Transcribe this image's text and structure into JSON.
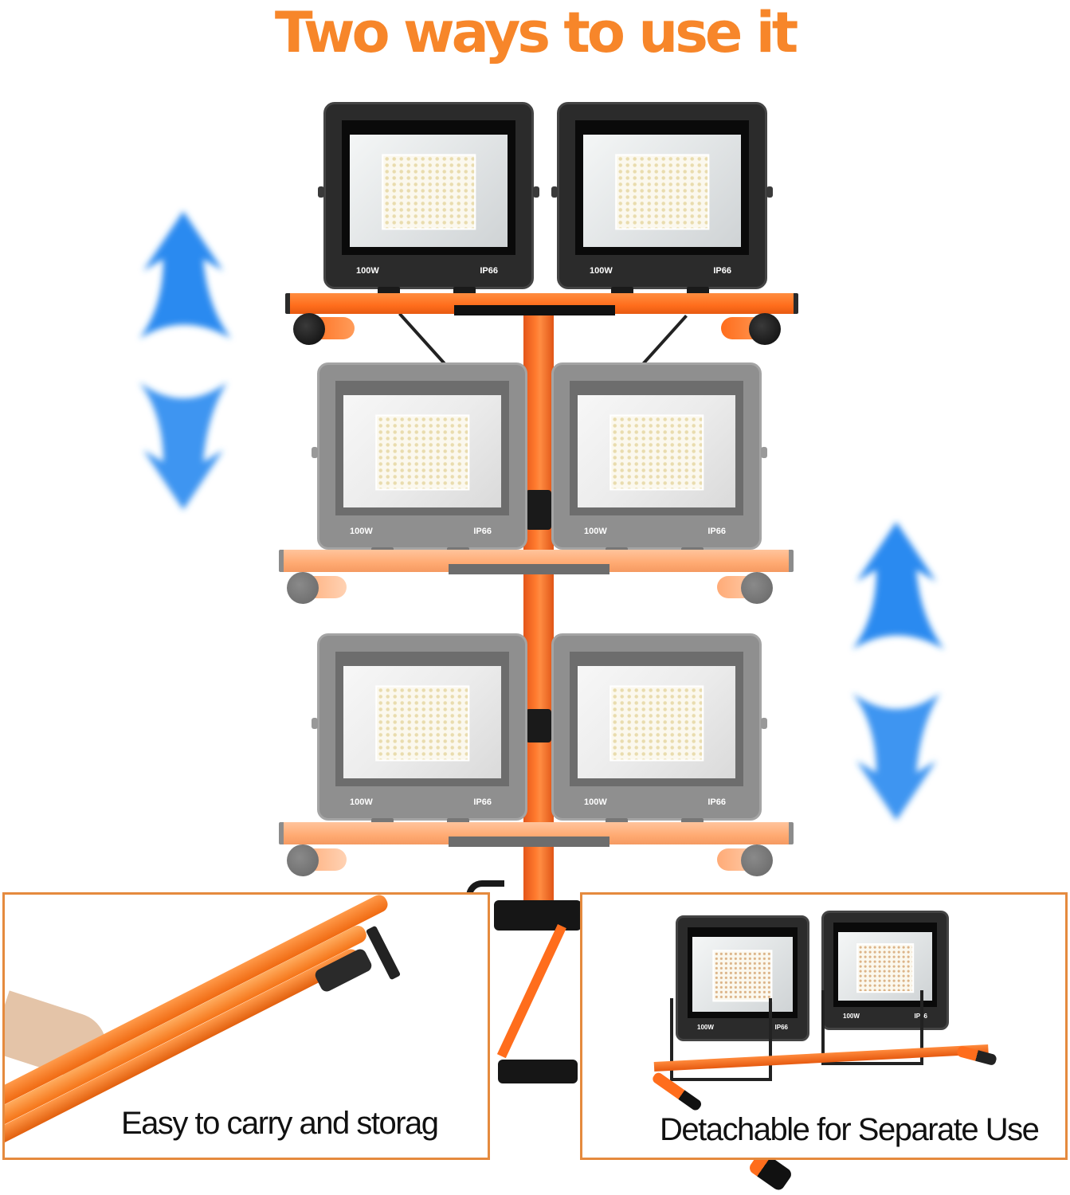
{
  "header": {
    "title": "Two ways to use it",
    "title_color": "#f7862a"
  },
  "floodlights": {
    "wattage_label": "100W",
    "rating_label": "IP66",
    "count_on_stand": 6,
    "active_row": "top",
    "ghosted_rows": [
      "middle",
      "bottom"
    ]
  },
  "arrows": {
    "left": {
      "direction": "up-down",
      "icon": "vertical-double-arrow-icon",
      "color": "#2a8af0"
    },
    "right": {
      "direction": "up-down",
      "icon": "vertical-double-arrow-icon",
      "color": "#2a8af0"
    }
  },
  "panels": {
    "left": {
      "caption": "Easy to carry and storag",
      "border_color": "#e58a3e",
      "subject": "folded tripod held in hand"
    },
    "right": {
      "caption": "Detachable for Separate Use",
      "border_color": "#e58a3e",
      "subject": "two floodlights on H-stand base",
      "lamps": [
        {
          "wattage": "100W",
          "rating": "IP66"
        },
        {
          "wattage": "100W",
          "rating": "IP66"
        }
      ]
    }
  },
  "colors": {
    "stand_orange": "#ff6d1c",
    "lamp_housing": "#2b2b2b",
    "ghost_gray": "#8f8f8f",
    "arrow_blue": "#2a8af0"
  }
}
